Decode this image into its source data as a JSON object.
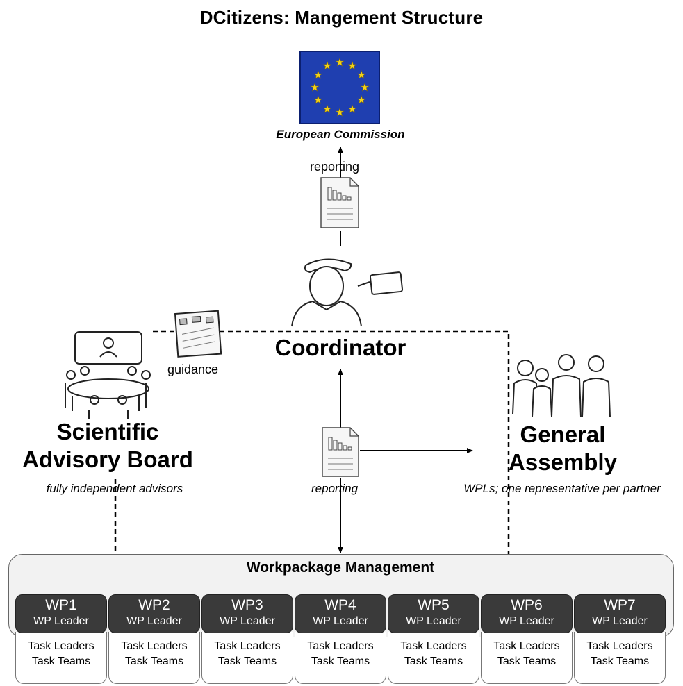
{
  "title": "DCitizens: Mangement Structure",
  "european_commission": {
    "label": "European Commission"
  },
  "reporting_top": "reporting",
  "reporting_mid": "reporting",
  "guidance": "guidance",
  "coordinator": {
    "label": "Coordinator"
  },
  "scientific_advisory_board": {
    "line1": "Scientific",
    "line2": "Advisory Board",
    "subtitle": "fully independent advisors"
  },
  "general_assembly": {
    "line1": "General",
    "line2": "Assembly",
    "subtitle": "WPLs; one representative per partner"
  },
  "workpackage_management": {
    "title": "Workpackage Management",
    "workpackages": [
      {
        "name": "WP1",
        "leader": "WP Leader",
        "task1": "Task Leaders",
        "task2": "Task Teams"
      },
      {
        "name": "WP2",
        "leader": "WP Leader",
        "task1": "Task Leaders",
        "task2": "Task Teams"
      },
      {
        "name": "WP3",
        "leader": "WP Leader",
        "task1": "Task Leaders",
        "task2": "Task Teams"
      },
      {
        "name": "WP4",
        "leader": "WP Leader",
        "task1": "Task Leaders",
        "task2": "Task Teams"
      },
      {
        "name": "WP5",
        "leader": "WP Leader",
        "task1": "Task Leaders",
        "task2": "Task Teams"
      },
      {
        "name": "WP6",
        "leader": "WP Leader",
        "task1": "Task Leaders",
        "task2": "Task Teams"
      },
      {
        "name": "WP7",
        "leader": "WP Leader",
        "task1": "Task Leaders",
        "task2": "Task Teams"
      }
    ]
  },
  "colors": {
    "eu_blue": "#1f3fb0",
    "eu_star": "#f2d21a",
    "wp_header": "#3a3a3a",
    "box_fill": "#f2f2f2"
  },
  "icons": [
    "eu-flag-icon",
    "report-document-icon",
    "coordinator-person-icon",
    "tablet-icon",
    "guidance-board-icon",
    "meeting-table-icon",
    "group-people-icon"
  ]
}
